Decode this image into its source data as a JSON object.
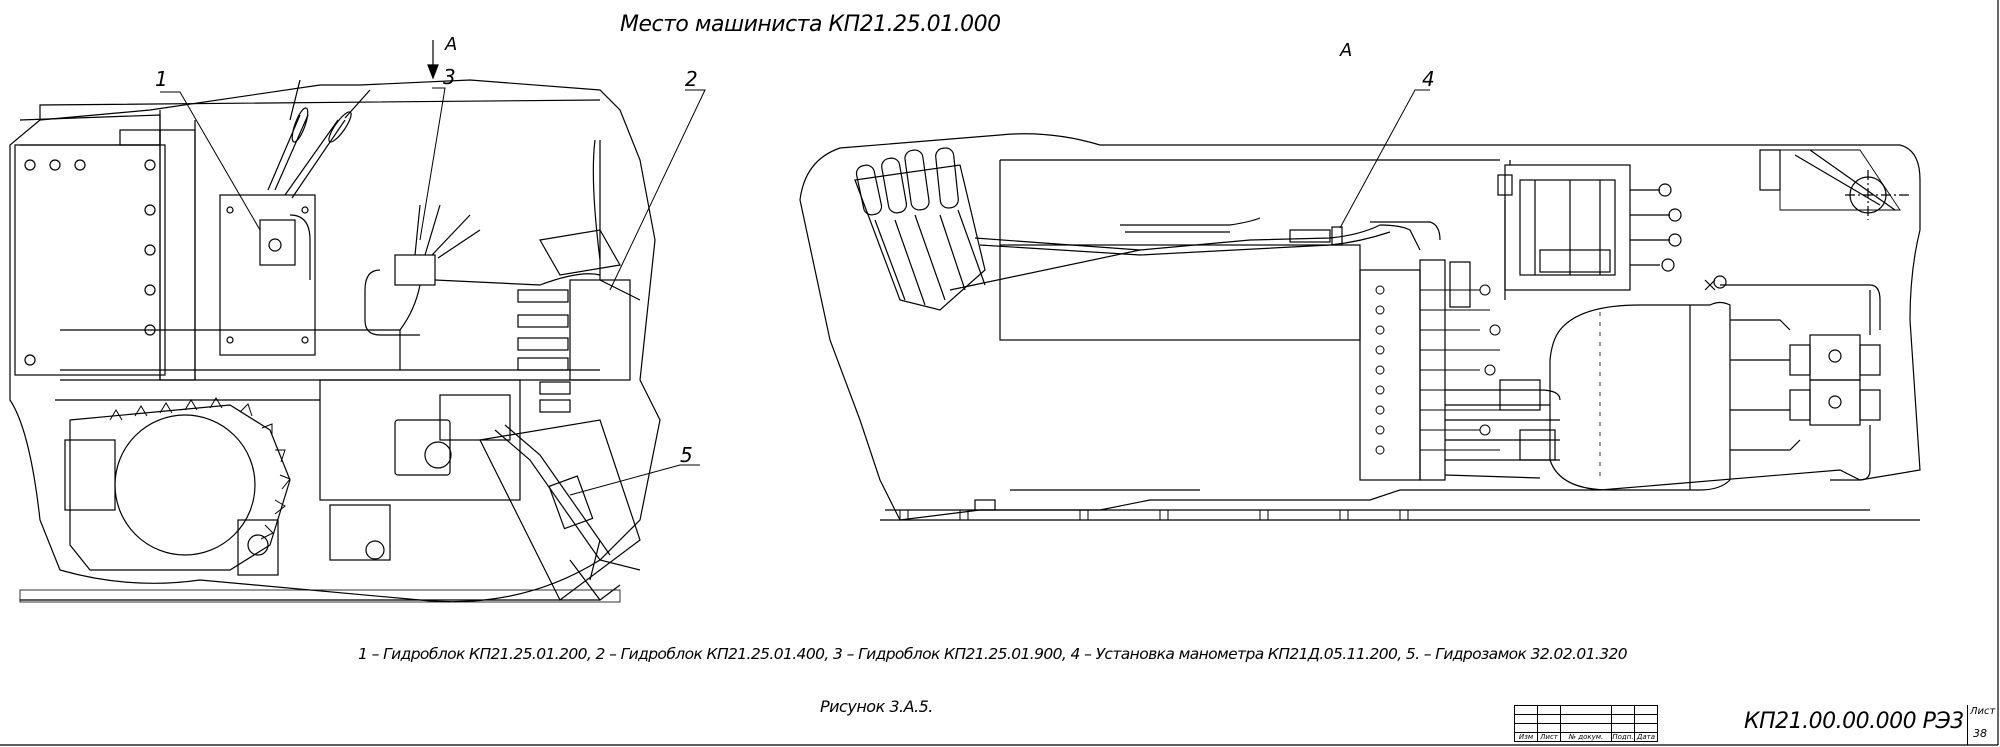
{
  "drawing": {
    "title": "Место машиниста КП21.25.01.000",
    "view_label_left": "А",
    "view_label_right": "А",
    "callouts": [
      "1",
      "2",
      "3",
      "4",
      "5"
    ],
    "caption": "1 – Гидроблок КП21.25.01.200, 2 – Гидроблок КП21.25.01.400,  3 – Гидроблок КП21.25.01.900, 4 – Установка манометра КП21Д.05.11.200, 5. – Гидрозамок 32.02.01.320",
    "figure_label": "Рисунок 3.А.5."
  },
  "title_block": {
    "doc_number": "КП21.00.00.000 РЭ3",
    "columns": [
      "Изм",
      "Лист",
      "№ докум.",
      "Подп.",
      "Дата"
    ],
    "sheet_label": "Лист",
    "sheet_number": "38"
  }
}
